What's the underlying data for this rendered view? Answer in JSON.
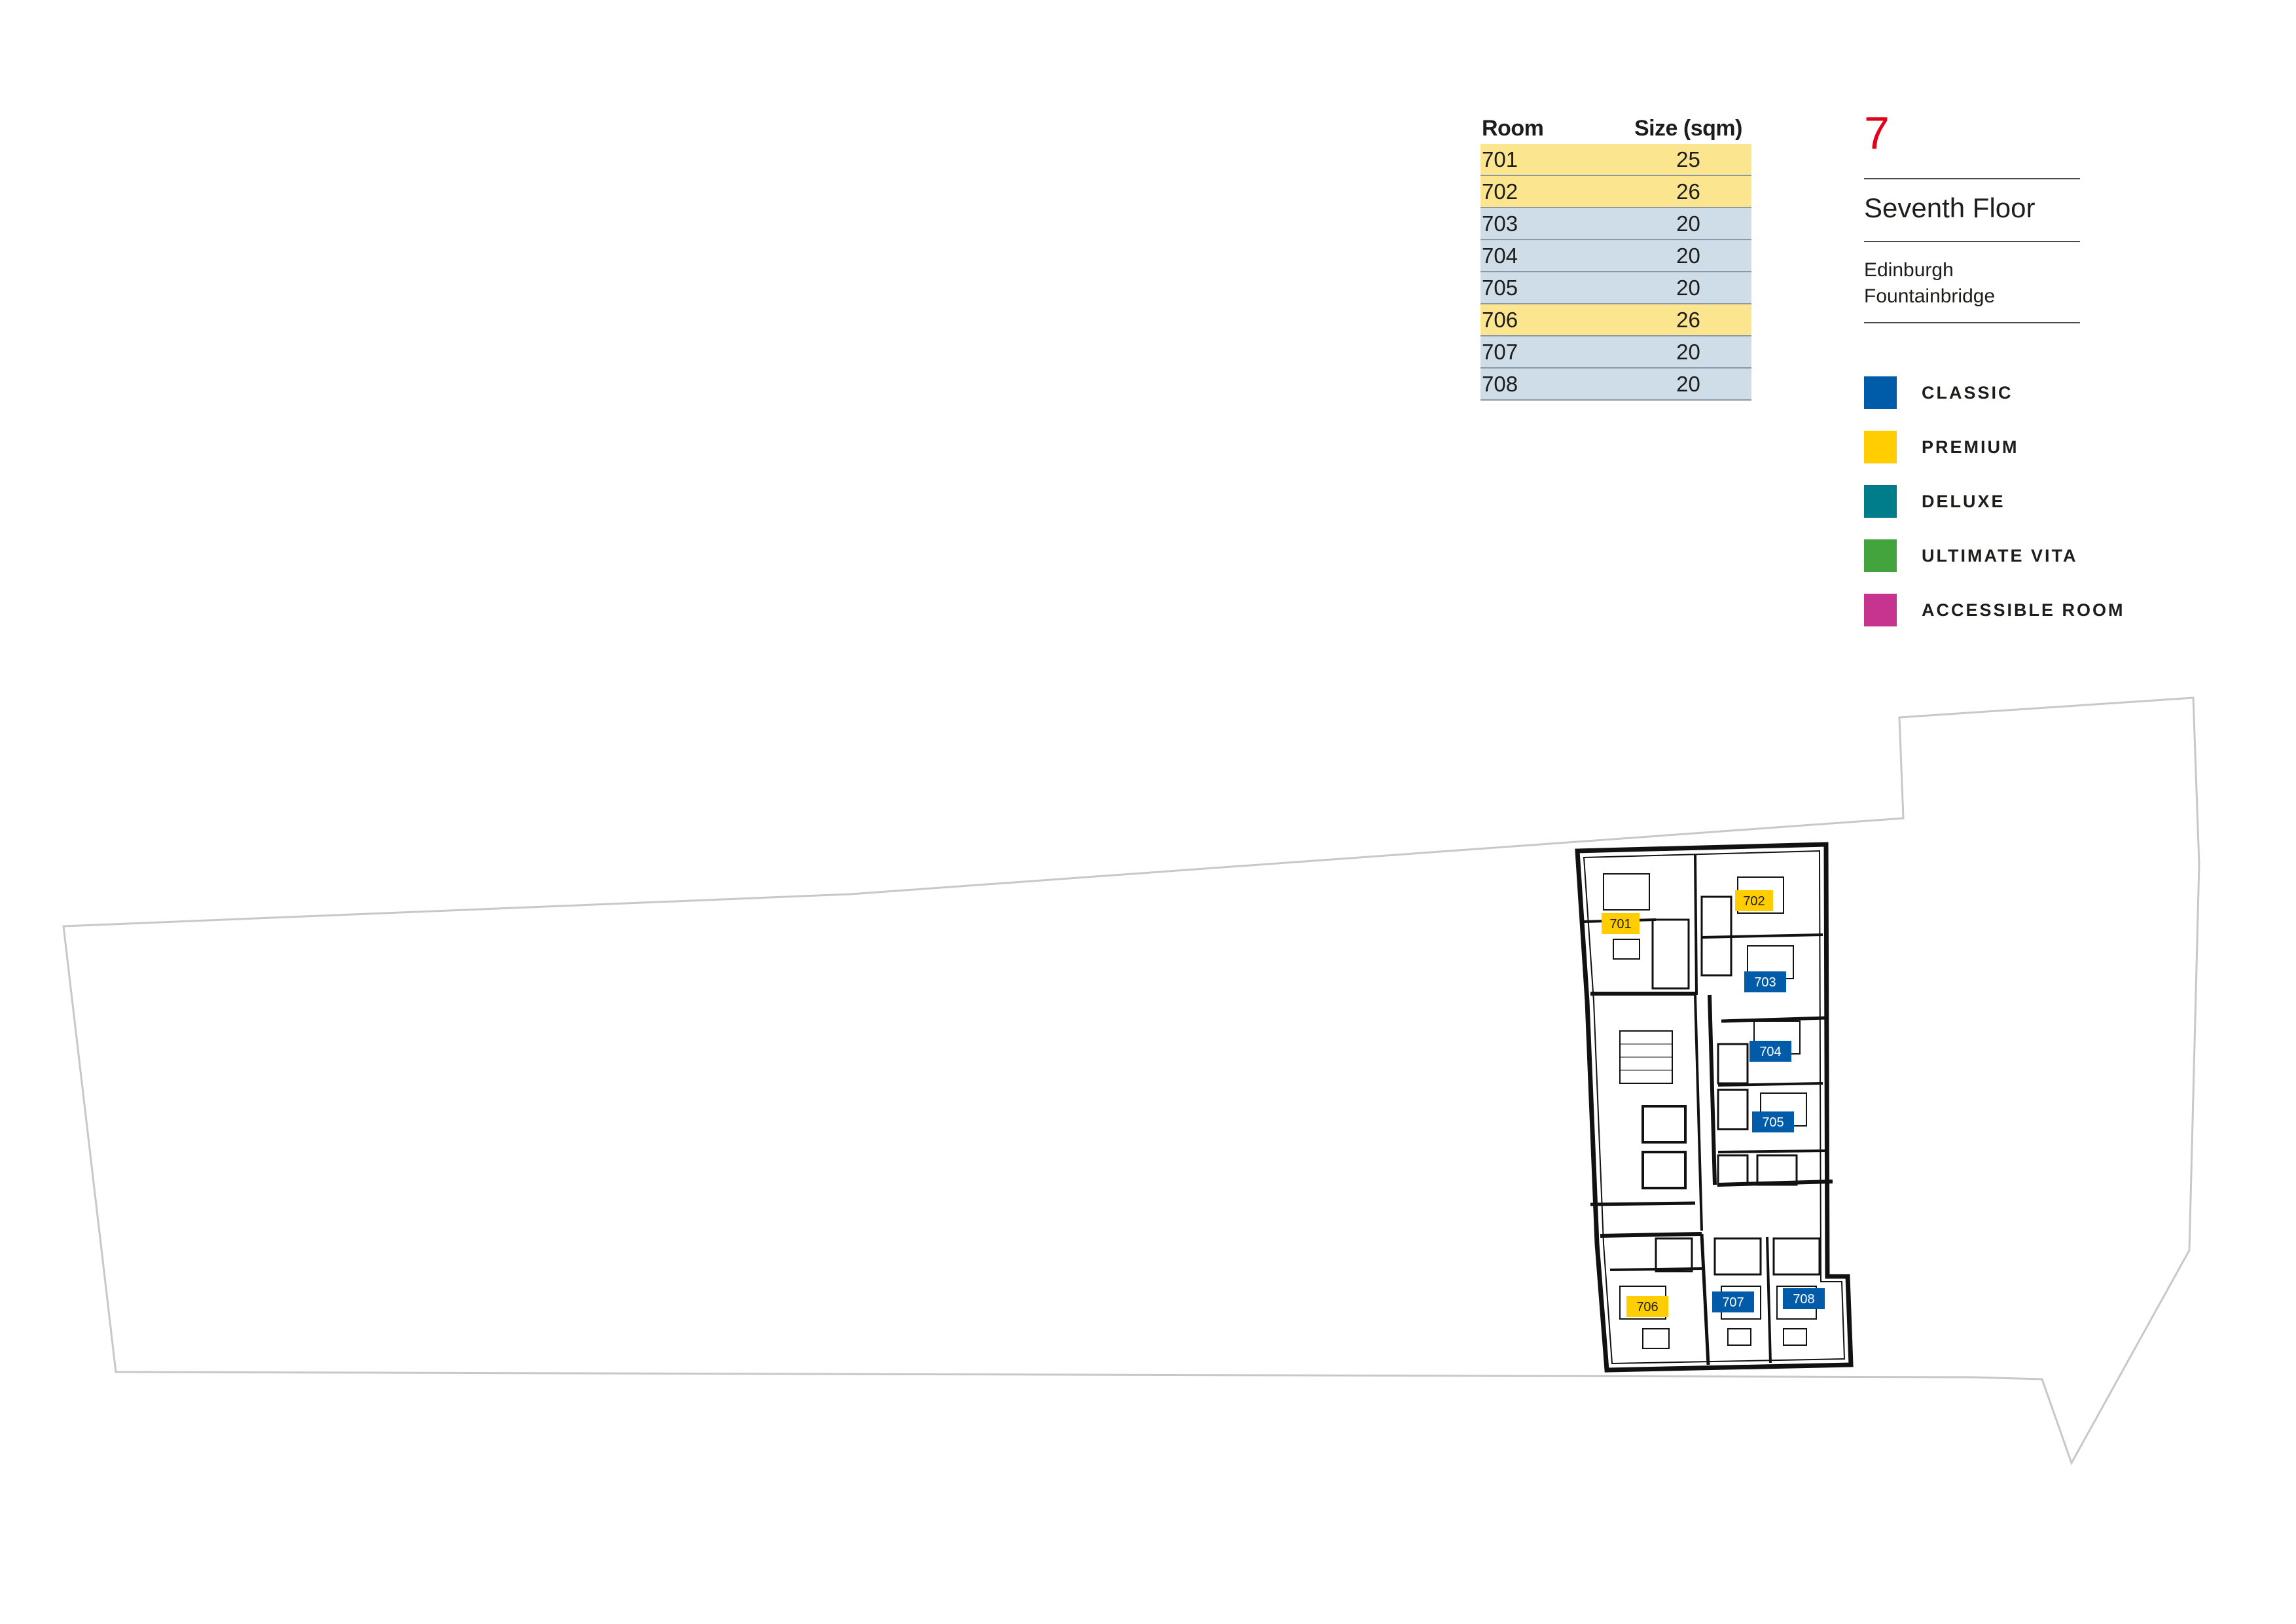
{
  "room_table": {
    "headers": {
      "room": "Room",
      "size": "Size (sqm)"
    },
    "rows": [
      {
        "room": "701",
        "size": "25",
        "category": "premium"
      },
      {
        "room": "702",
        "size": "26",
        "category": "premium"
      },
      {
        "room": "703",
        "size": "20",
        "category": "classic"
      },
      {
        "room": "704",
        "size": "20",
        "category": "classic"
      },
      {
        "room": "705",
        "size": "20",
        "category": "classic"
      },
      {
        "room": "706",
        "size": "26",
        "category": "premium"
      },
      {
        "room": "707",
        "size": "20",
        "category": "classic"
      },
      {
        "room": "708",
        "size": "20",
        "category": "classic"
      }
    ],
    "row_colors": {
      "premium": "#fbe58f",
      "classic": "#cfdde9"
    }
  },
  "floor": {
    "number": "7",
    "name": "Seventh Floor",
    "location_line1": "Edinburgh",
    "location_line2": "Fountainbridge"
  },
  "legend": [
    {
      "key": "classic",
      "label": "CLASSIC",
      "color": "#005ca9"
    },
    {
      "key": "premium",
      "label": "PREMIUM",
      "color": "#ffcd00"
    },
    {
      "key": "deluxe",
      "label": "DELUXE",
      "color": "#007d8a"
    },
    {
      "key": "ultimate_vita",
      "label": "ULTIMATE VITA",
      "color": "#43a33d"
    },
    {
      "key": "accessible",
      "label": "ACCESSIBLE ROOM",
      "color": "#c7348f"
    }
  ],
  "plan_labels": [
    {
      "room": "701",
      "category": "premium"
    },
    {
      "room": "702",
      "category": "premium"
    },
    {
      "room": "703",
      "category": "classic"
    },
    {
      "room": "704",
      "category": "classic"
    },
    {
      "room": "705",
      "category": "classic"
    },
    {
      "room": "706",
      "category": "premium"
    },
    {
      "room": "707",
      "category": "classic"
    },
    {
      "room": "708",
      "category": "classic"
    }
  ],
  "accent_color": "#e2001a"
}
